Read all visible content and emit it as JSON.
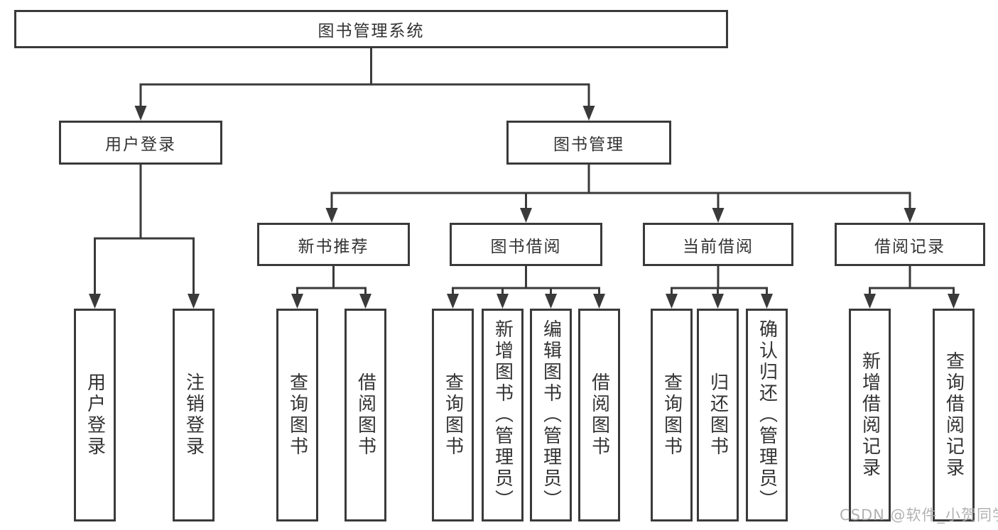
{
  "diagram": {
    "type": "hierarchy",
    "root": {
      "label": "图书管理系统",
      "children": [
        {
          "label": "用户登录",
          "children": [
            {
              "label": "用户登录"
            },
            {
              "label": "注销登录"
            }
          ]
        },
        {
          "label": "图书管理",
          "children": [
            {
              "label": "新书推荐",
              "children": [
                {
                  "label": "查询图书"
                },
                {
                  "label": "借阅图书"
                }
              ]
            },
            {
              "label": "图书借阅",
              "children": [
                {
                  "label": "查询图书"
                },
                {
                  "label": "新增图书（管理员）"
                },
                {
                  "label": "编辑图书（管理员）"
                },
                {
                  "label": "借阅图书"
                }
              ]
            },
            {
              "label": "当前借阅",
              "children": [
                {
                  "label": "查询图书"
                },
                {
                  "label": "归还图书"
                },
                {
                  "label": "确认归还（管理员）"
                }
              ]
            },
            {
              "label": "借阅记录",
              "children": [
                {
                  "label": "新增借阅记录"
                },
                {
                  "label": "查询借阅记录"
                }
              ]
            }
          ]
        }
      ]
    }
  },
  "watermark": {
    "text": "CSDN @软件_小贺同学",
    "color": "#aaaaaa"
  },
  "colors": {
    "background": "#ffffff",
    "box_border": "#3a3a3a",
    "box_fill": "#ffffff",
    "text": "#333333",
    "connector": "#3a3a3a"
  }
}
